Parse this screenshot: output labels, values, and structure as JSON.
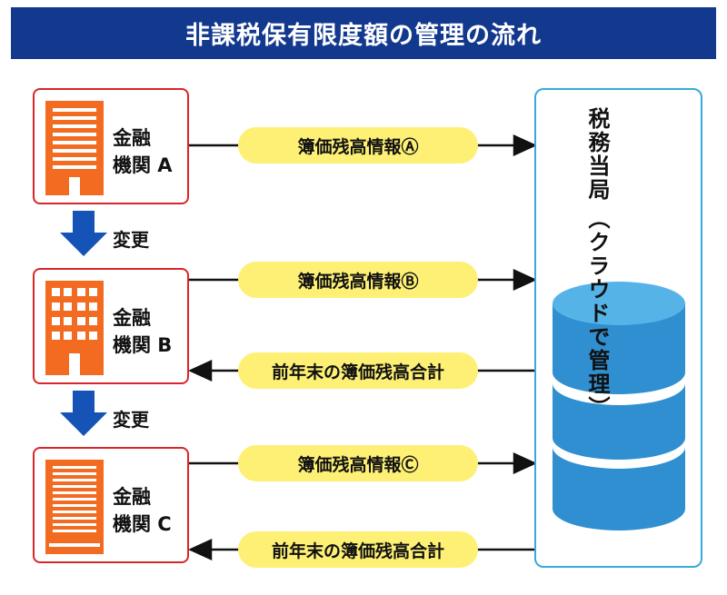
{
  "title": "非課税保有限度額の管理の流れ",
  "banks": [
    {
      "line1": "金融",
      "line2": "機関 A",
      "icon": "office-building-icon"
    },
    {
      "line1": "金融",
      "line2": "機関 B",
      "icon": "office-building-icon"
    },
    {
      "line1": "金融",
      "line2": "機関 C",
      "icon": "office-building-icon"
    }
  ],
  "changes": [
    "変更",
    "変更"
  ],
  "flows": [
    {
      "label": "簿価残高情報Ⓐ",
      "direction": "to-tax-office"
    },
    {
      "label": "簿価残高情報Ⓑ",
      "direction": "to-tax-office"
    },
    {
      "label": "前年末の簿価残高合計",
      "direction": "to-bank"
    },
    {
      "label": "簿価残高情報Ⓒ",
      "direction": "to-tax-office"
    },
    {
      "label": "前年末の簿価残高合計",
      "direction": "to-bank"
    }
  ],
  "tax_office": {
    "name": "税務当局",
    "sub": "（クラウドで管理）",
    "icon": "database-cylinder-icon"
  },
  "colors": {
    "title_bg": "#13398f",
    "bank_border": "#d9262a",
    "building": "#f26b21",
    "arrow_blue": "#1553b7",
    "pill": "#fdf074",
    "tax_border": "#3aa8dc",
    "database": "#2f8fd0"
  }
}
